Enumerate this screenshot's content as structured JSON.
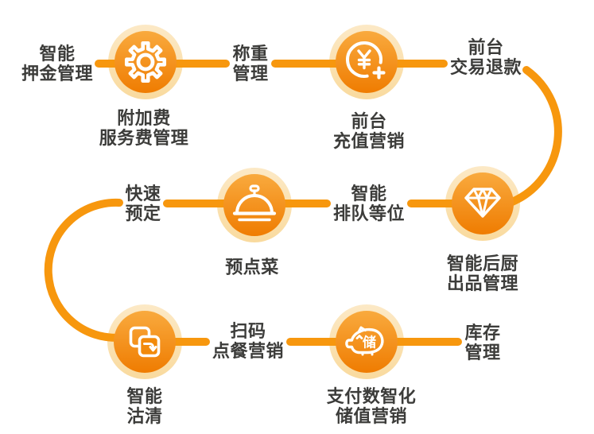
{
  "colors": {
    "line": "#F7970E",
    "halo_top": "#FCE9C6",
    "halo_bottom": "#F9DA9E",
    "circle_top": "#F9AA3E",
    "circle_bottom": "#EF7C01",
    "icon": "#FFFFFF",
    "text": "#3C3C3A",
    "background": "#FFFFFF"
  },
  "flow": {
    "row1": {
      "left_label": "智能\n押金管理",
      "node1_caption": "附加费\n服务费管理",
      "mid_label": "称重\n管理",
      "node2_caption": "前台\n充值营销",
      "right_label": "前台\n交易退款"
    },
    "row2": {
      "left_label": "快速\n预定",
      "node1_caption": "预点菜",
      "mid_label": "智能\n排队等位",
      "node2_caption": "智能后厨\n出品管理"
    },
    "row3": {
      "node1_caption": "智能\n沽清",
      "mid_label": "扫码\n点餐营销",
      "node2_caption": "支付数智化\n储值营销",
      "right_label": "库存\n管理"
    },
    "icons": {
      "node1": "gear-icon",
      "node2": "yen-recharge-icon",
      "node3": "cloche-icon",
      "node4": "diamond-icon",
      "node5": "copy-arrow-icon",
      "node6": "piggy-bank-icon",
      "piggy_char": "储"
    }
  }
}
